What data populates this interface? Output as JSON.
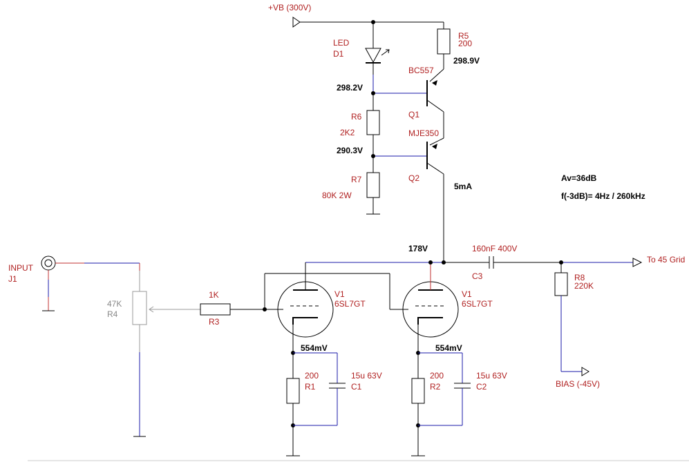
{
  "supply": {
    "label": "+VB (300V)"
  },
  "led": {
    "type": "LED",
    "ref": "D1"
  },
  "r5": {
    "ref": "R5",
    "value": "200"
  },
  "q1": {
    "part": "BC557",
    "ref": "Q1"
  },
  "q2": {
    "part": "MJE350",
    "ref": "Q2"
  },
  "r6": {
    "ref": "R6",
    "value": "2K2"
  },
  "r7": {
    "ref": "R7",
    "value": "80K 2W"
  },
  "voltages": {
    "v_r5": "298.9V",
    "v_led": "298.2V",
    "v_r6": "290.3V",
    "current": "5mA",
    "plate": "178V",
    "cathode1": "554mV",
    "cathode2": "554mV"
  },
  "specs": {
    "gain": "Av=36dB",
    "bandwidth": "f(-3dB)= 4Hz / 260kHz"
  },
  "input": {
    "label": "INPUT",
    "ref": "J1"
  },
  "r4": {
    "value": "47K",
    "ref": "R4"
  },
  "r3": {
    "value": "1K",
    "ref": "R3"
  },
  "v1a": {
    "ref": "V1",
    "part": "6SL7GT"
  },
  "v1b": {
    "ref": "V1",
    "part": "6SL7GT"
  },
  "c3": {
    "value": "160nF 400V",
    "ref": "C3"
  },
  "output": {
    "label": "To 45 Grid"
  },
  "r8": {
    "ref": "R8",
    "value": "220K"
  },
  "bias": {
    "label": "BIAS (-45V)"
  },
  "r1": {
    "value": "200",
    "ref": "R1"
  },
  "c1": {
    "value": "15u 63V",
    "ref": "C1"
  },
  "r2": {
    "value": "200",
    "ref": "R2"
  },
  "c2": {
    "value": "15u 63V",
    "ref": "C2"
  }
}
